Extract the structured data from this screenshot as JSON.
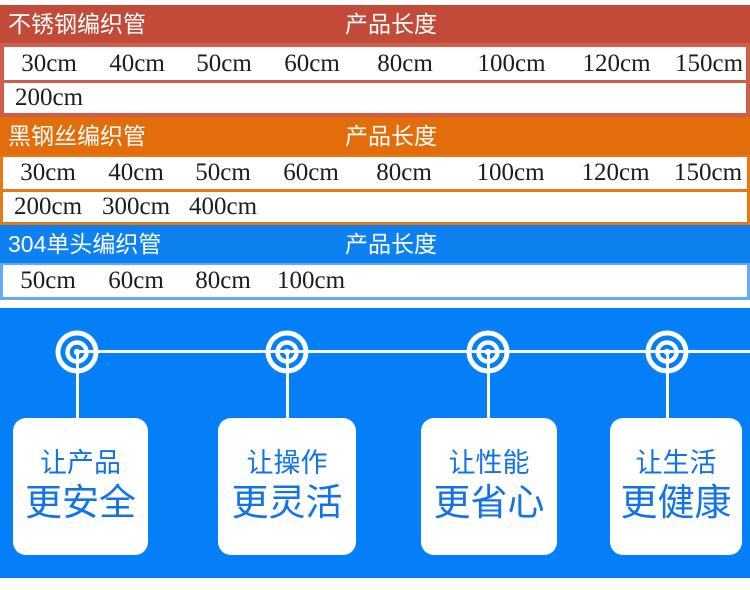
{
  "tables": [
    {
      "title": "不锈钢编织管",
      "length_label": "产品长度",
      "header_bg": "#c14a38",
      "border_color": "#d05c4a",
      "rows": [
        [
          "30cm",
          "40cm",
          "50cm",
          "60cm",
          "80cm",
          "100cm",
          "120cm",
          "150cm"
        ],
        [
          "200cm"
        ]
      ]
    },
    {
      "title": "黑钢丝编织管",
      "length_label": "产品长度",
      "header_bg": "#e36d0b",
      "border_color": "#e67914",
      "rows": [
        [
          "30cm",
          "40cm",
          "50cm",
          "60cm",
          "80cm",
          "100cm",
          "120cm",
          "150cm"
        ],
        [
          "200cm",
          "300cm",
          "400cm"
        ]
      ]
    },
    {
      "title": "304单头编织管",
      "length_label": "产品长度",
      "header_bg": "#0e81f0",
      "border_color": "#61aaf5",
      "rows": [
        [
          "50cm",
          "60cm",
          "80cm",
          "100cm"
        ]
      ]
    }
  ],
  "banner": {
    "bg_color": "#057ff7",
    "text_color": "#1273e8",
    "features": [
      {
        "line1": "让产品",
        "line2": "更安全"
      },
      {
        "line1": "让操作",
        "line2": "更灵活"
      },
      {
        "line1": "让性能",
        "line2": "更省心"
      },
      {
        "line1": "让生活",
        "line2": "更健康"
      }
    ]
  }
}
